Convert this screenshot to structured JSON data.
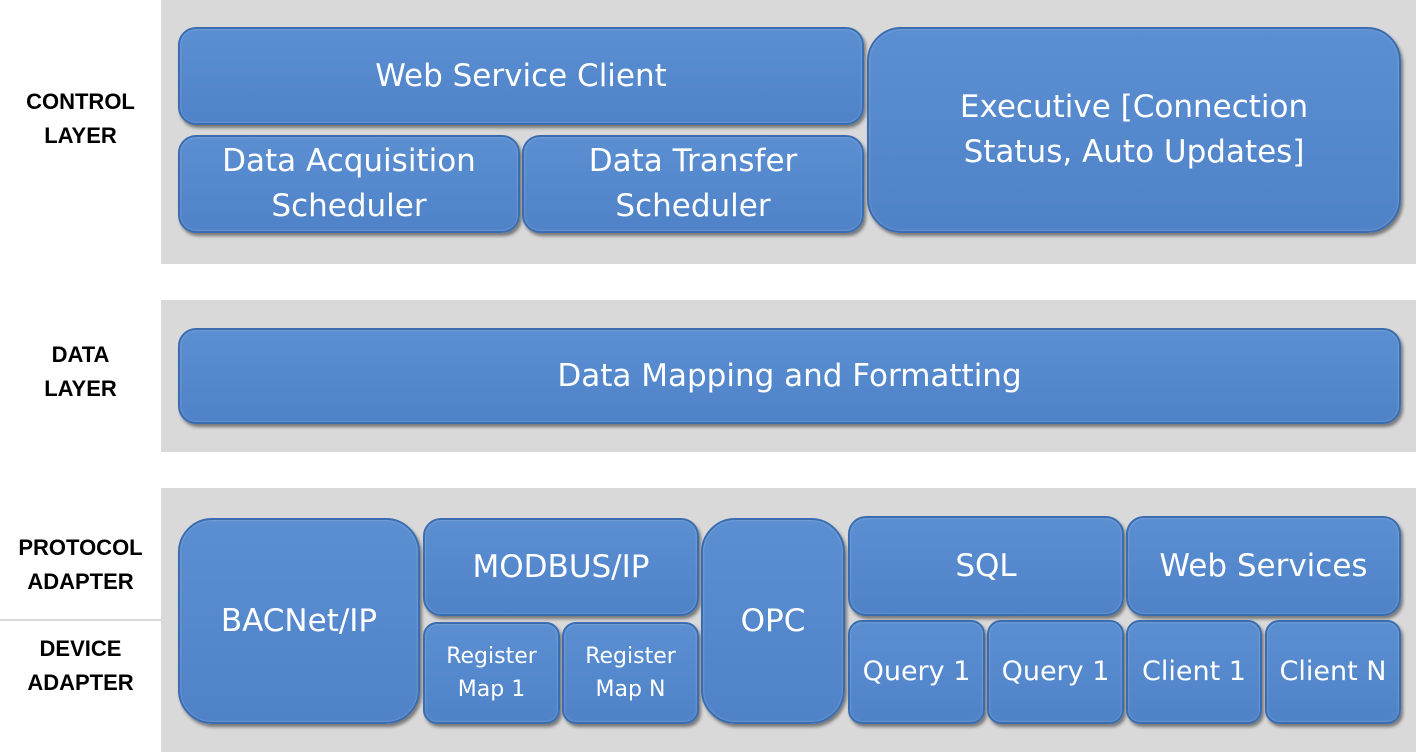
{
  "layers": {
    "control": "CONTROL\nLAYER",
    "data": "DATA\nLAYER",
    "protocol": "PROTOCOL\nADAPTER",
    "device": "DEVICE\nADAPTER"
  },
  "control_layer": {
    "web_service_client": "Web Service Client",
    "data_acquisition_scheduler": "Data Acquisition Scheduler",
    "data_transfer_scheduler": "Data Transfer Scheduler",
    "executive": "Executive [Connection Status, Auto Updates]"
  },
  "data_layer": {
    "data_mapping": "Data Mapping and Formatting"
  },
  "adapters": {
    "bacnet": "BACNet/IP",
    "modbus": "MODBUS/IP",
    "register_map_1": "Register Map 1",
    "register_map_n": "Register Map N",
    "opc": "OPC",
    "sql": "SQL",
    "query_1a": "Query 1",
    "query_1b": "Query 1",
    "web_services": "Web Services",
    "client_1": "Client 1",
    "client_n": "Client N"
  },
  "colors": {
    "box_fill": "#5588cc",
    "box_border": "#3a6cb0",
    "band": "#d9d9d9"
  }
}
